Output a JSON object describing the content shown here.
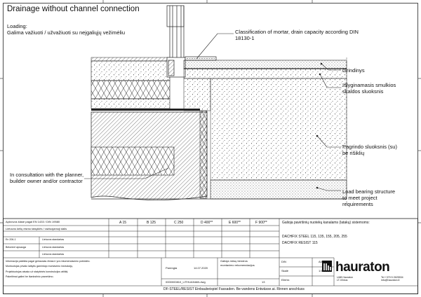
{
  "header": {
    "title": "Drainage without channel connection",
    "load_label": "Loading:",
    "load_value": "Galima važiuoti / užvažiuoti su neįgaliųjų vežimėliu"
  },
  "callouts": {
    "mortar": [
      "Classification of mortar, drain capacity according DIN",
      "18130-1"
    ],
    "grindinys": "Grindinys",
    "leveling": [
      "Išlyginamasis smulkios",
      "skaldos sluoksnis"
    ],
    "base": [
      "Pagrindo sluoksnis (su)",
      "be rišiklių"
    ],
    "load_bearing": [
      "Load bearing structure",
      "to meet project",
      "requirements"
    ],
    "consultation": [
      "In consultation with the planner,",
      "builder owner and/or contractor"
    ]
  },
  "title_block": {
    "standard": "Apkrovos klasė pagal EN 1433 / DIN 19580",
    "load_row": "Lietuvos kelių eismo taisyklės / važiuojamoji dalis",
    "classes": [
      "A 15",
      "B 125",
      "C 250",
      "D 400**",
      "E 600**",
      "F 900**"
    ],
    "row_labels": [
      "En 206-1",
      "Betoninė apsauga"
    ],
    "row_desc": [
      "Lietuvos standartas",
      "Lietuvos standartas",
      "Lietuvos standartas"
    ],
    "product_header": "Galioja paviršinių nuotekų kanalams (latakų) sistemoms:",
    "product_lines": [
      "DACHFIX STEEL 115, 135, 155, 205, 255",
      "DACHFIX RESIST 115"
    ],
    "disclaimer": [
      "Informacija pateikta pagal geriausias žinias ir yra rekomendacinio pobūdžio.",
      "Montuotojas privalo laikytis gamintojo montavimo instrukcijų.",
      "Projektuotojas atsako už statybinės konstrukcijos atitiktį.",
      "Pakeitimai galimi be išankstinio pranešimo."
    ],
    "date_label": "Parengta",
    "date": "14.07.2020",
    "section": [
      "Galioja mūsų bendros",
      "montavimo rekomendacijos"
    ],
    "file_name": "0000000810_LITHUANIAN.dwg",
    "page_no": "13",
    "din_label": "DIN",
    "din_value": "A4",
    "scale_label": "Skalė",
    "scale_value": "1:5",
    "sheet_label": "Eilė/nr.",
    "logo_text": "hauraton",
    "address": [
      "UAB Hauraton",
      "LT-Vilnius"
    ],
    "contact": [
      "Tel +370 5 2625534",
      "info@hauraton.lt"
    ],
    "footer": "DF-STEEL/RESIST Einbaubeispiel Fassaden. Be-vandens Entwässe.ai. Rinnen anschluss"
  }
}
